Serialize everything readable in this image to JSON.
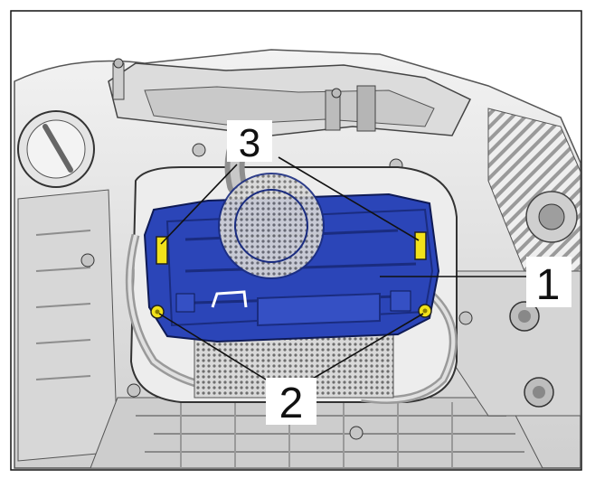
{
  "figure": {
    "callouts": [
      {
        "id": "1",
        "label": "1"
      },
      {
        "id": "2",
        "label": "2"
      },
      {
        "id": "3",
        "label": "3"
      }
    ]
  },
  "colors": {
    "module": "#2b45b8",
    "module_dark": "#1a2c80",
    "highlight": "#f2e21a",
    "metal_light": "#e6e6e6",
    "metal_mid": "#bdbdbd",
    "metal_dark": "#7d7d7d",
    "outline": "#222222"
  },
  "icons": {
    "fastener": "yellow-bolt-icon",
    "clip": "yellow-clip-icon"
  }
}
